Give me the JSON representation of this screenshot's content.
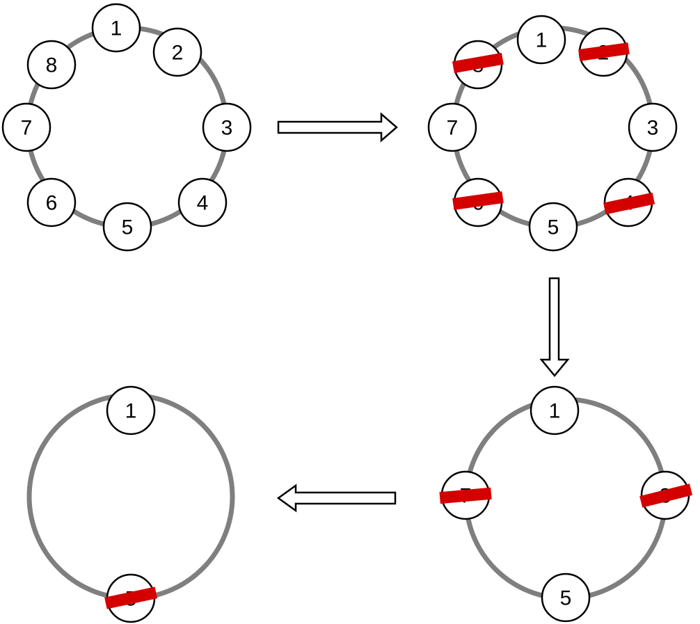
{
  "diagram": {
    "colors": {
      "ring": "#7f7f7f",
      "node_fill": "#ffffff",
      "node_stroke": "#000000",
      "strike": "#d40000",
      "arrow_fill": "#ffffff",
      "arrow_stroke": "#000000"
    },
    "stages": [
      {
        "nodes": [
          {
            "label": "1",
            "eliminated": false
          },
          {
            "label": "2",
            "eliminated": false
          },
          {
            "label": "3",
            "eliminated": false
          },
          {
            "label": "4",
            "eliminated": false
          },
          {
            "label": "5",
            "eliminated": false
          },
          {
            "label": "6",
            "eliminated": false
          },
          {
            "label": "7",
            "eliminated": false
          },
          {
            "label": "8",
            "eliminated": false
          }
        ]
      },
      {
        "nodes": [
          {
            "label": "1",
            "eliminated": false
          },
          {
            "label": "2",
            "eliminated": true
          },
          {
            "label": "3",
            "eliminated": false
          },
          {
            "label": "4",
            "eliminated": true
          },
          {
            "label": "5",
            "eliminated": false
          },
          {
            "label": "6",
            "eliminated": true
          },
          {
            "label": "7",
            "eliminated": false
          },
          {
            "label": "8",
            "eliminated": true
          }
        ]
      },
      {
        "nodes": [
          {
            "label": "1",
            "eliminated": false
          },
          {
            "label": "3",
            "eliminated": true
          },
          {
            "label": "5",
            "eliminated": false
          },
          {
            "label": "7",
            "eliminated": true
          }
        ]
      },
      {
        "nodes": [
          {
            "label": "1",
            "eliminated": false
          },
          {
            "label": "5",
            "eliminated": true
          }
        ]
      }
    ],
    "arrows": [
      {
        "from": 1,
        "to": 2,
        "direction": "right"
      },
      {
        "from": 2,
        "to": 3,
        "direction": "down"
      },
      {
        "from": 3,
        "to": 4,
        "direction": "left"
      }
    ]
  }
}
